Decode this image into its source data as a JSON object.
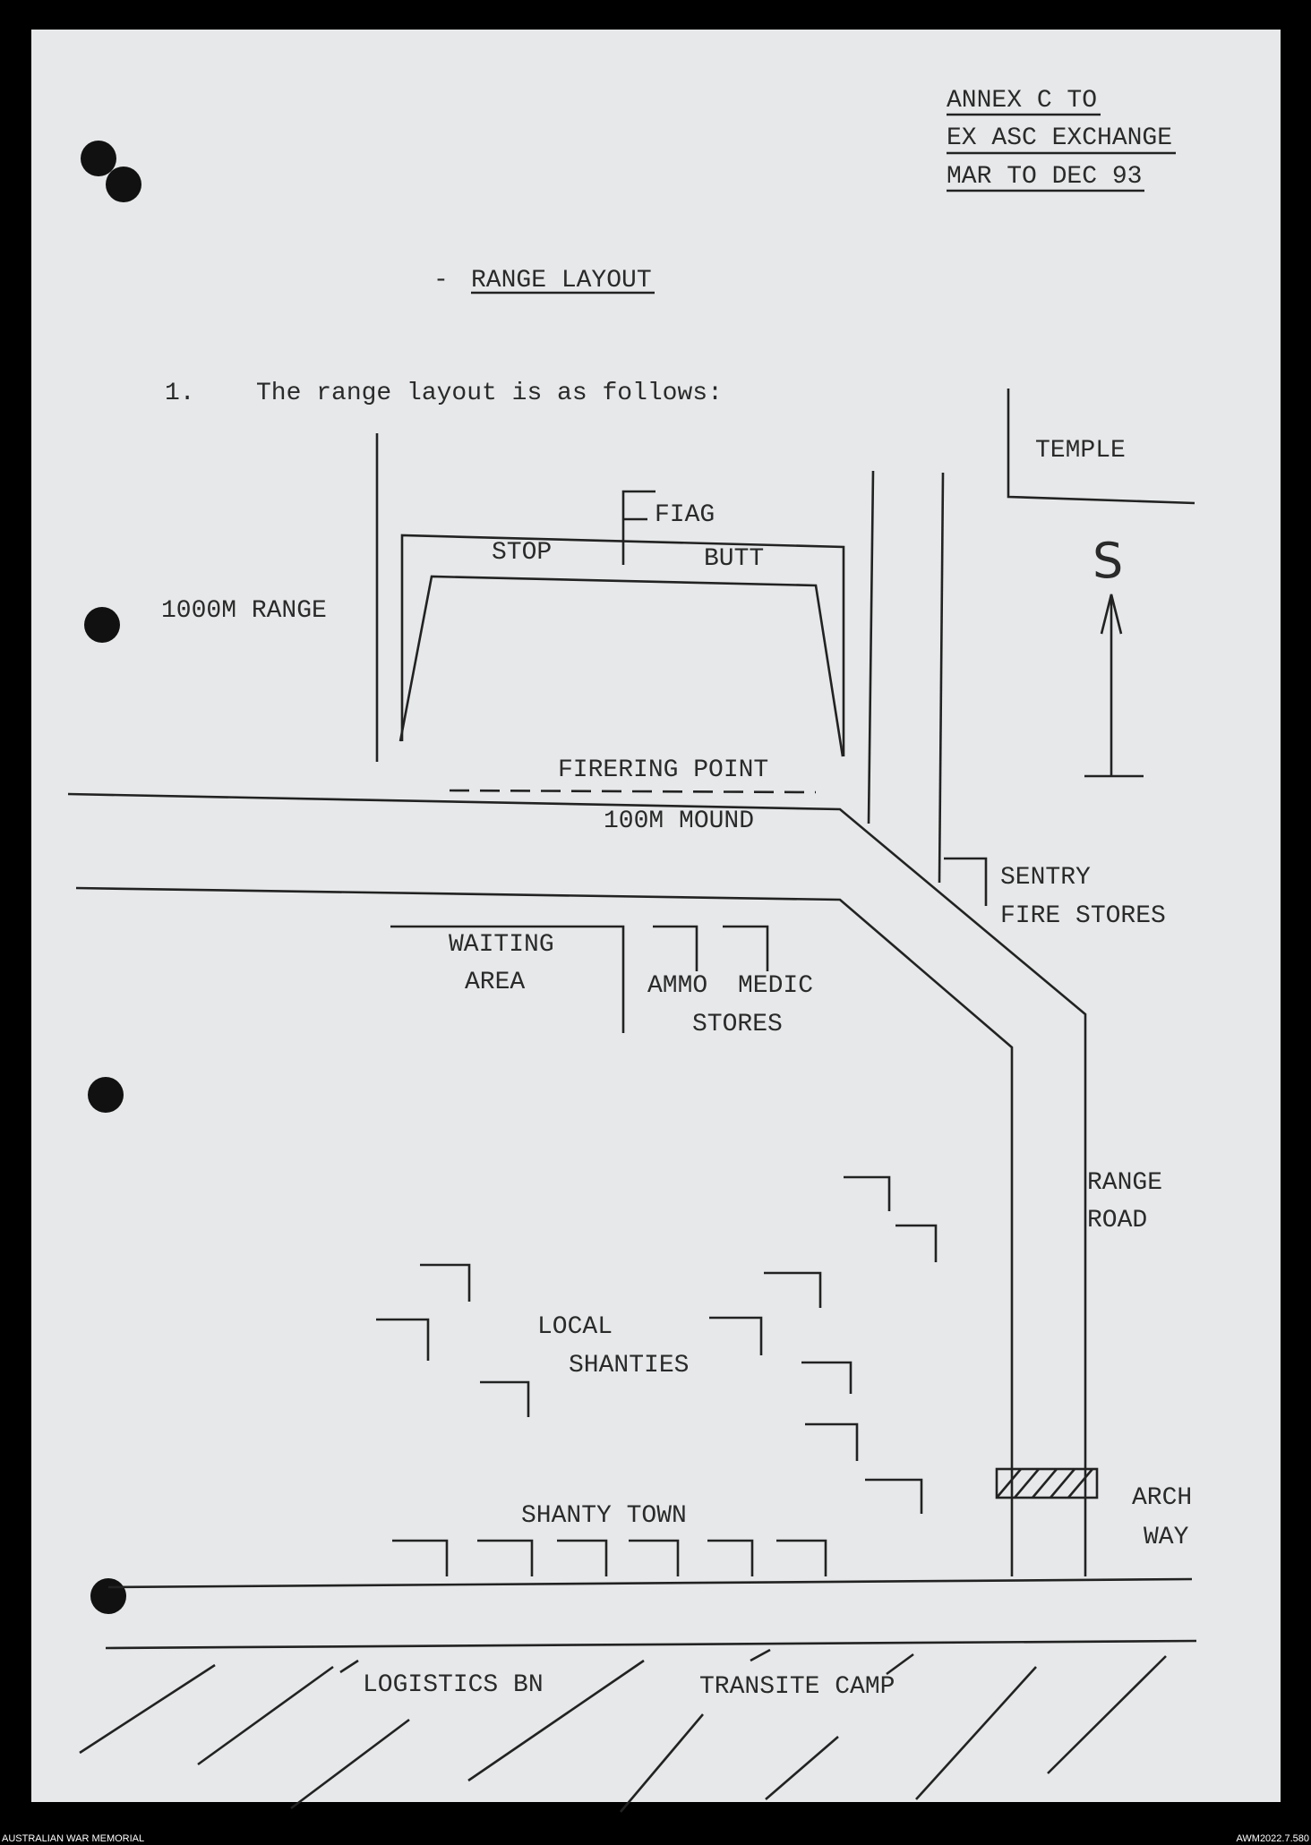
{
  "header": {
    "line1": "ANNEX C TO",
    "line2": "EX ASC EXCHANGE",
    "line3": "MAR TO DEC 93"
  },
  "title": "RANGE LAYOUT",
  "title_mark": "-",
  "paragraph": {
    "number": "1.",
    "text": "The range layout is as follows:"
  },
  "map_labels": {
    "temple": "TEMPLE",
    "flag": "FIAG",
    "stop": "STOP",
    "butt": "BUTT",
    "range_1000m": "1000M RANGE",
    "south": "S",
    "firing_point": "FIRERING POINT",
    "mound": "100M MOUND",
    "sentry": "SENTRY",
    "fire_stores": "FIRE STORES",
    "waiting": "WAITING",
    "area": "AREA",
    "ammo": "AMMO",
    "medic": "MEDIC",
    "stores": "STORES",
    "range": "RANGE",
    "road": "ROAD",
    "local": "LOCAL",
    "shanties": "SHANTIES",
    "shanty_town": "SHANTY TOWN",
    "arch": "ARCH",
    "way": "WAY",
    "logistics": "LOGISTICS BN",
    "transite": "TRANSITE CAMP"
  },
  "footer": {
    "left": "AUSTRALIAN WAR MEMORIAL",
    "right": "AWM2022.7.580"
  },
  "colors": {
    "paper": "#e6e8e9",
    "ink": "#222222",
    "background": "#000000"
  }
}
